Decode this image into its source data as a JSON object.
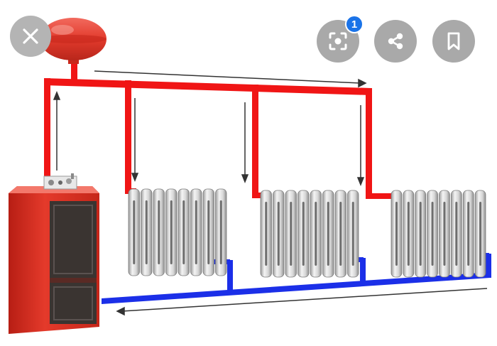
{
  "viewer": {
    "close_label": "close",
    "lens_label": "visual search",
    "lens_badge_count": "1",
    "share_label": "share",
    "save_label": "save"
  },
  "icons": {
    "close": "close-icon",
    "lens": "lens-icon",
    "share": "share-icon",
    "save": "bookmark-icon"
  },
  "colors": {
    "supply_pipe": "#f01515",
    "return_pipe": "#1b2fe8",
    "boiler": "#d9291c",
    "expansion_tank": "#e8352a",
    "radiator": "#d8d8d8",
    "button_bg": "#a9a9a9",
    "badge": "#1a73e8"
  }
}
